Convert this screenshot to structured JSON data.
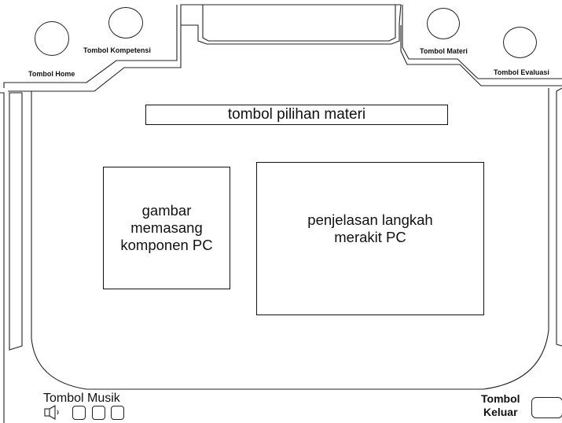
{
  "nav": {
    "home_label": "Tombol Home",
    "kompetensi_label": "Tombol Kompetensi",
    "materi_label": "Tombol Materi",
    "evaluasi_label": "Tombol Evaluasi"
  },
  "main": {
    "materi_bar_label": "tombol pilihan materi",
    "image_box_text": "gambar\nmemasang\nkomponen PC",
    "explanation_box_text": "penjelasan langkah\nmerakit PC"
  },
  "footer": {
    "musik_label": "Tombol Musik",
    "keluar_label": "Tombol\nKeluar"
  },
  "icons": {
    "speaker": "speaker-icon"
  }
}
